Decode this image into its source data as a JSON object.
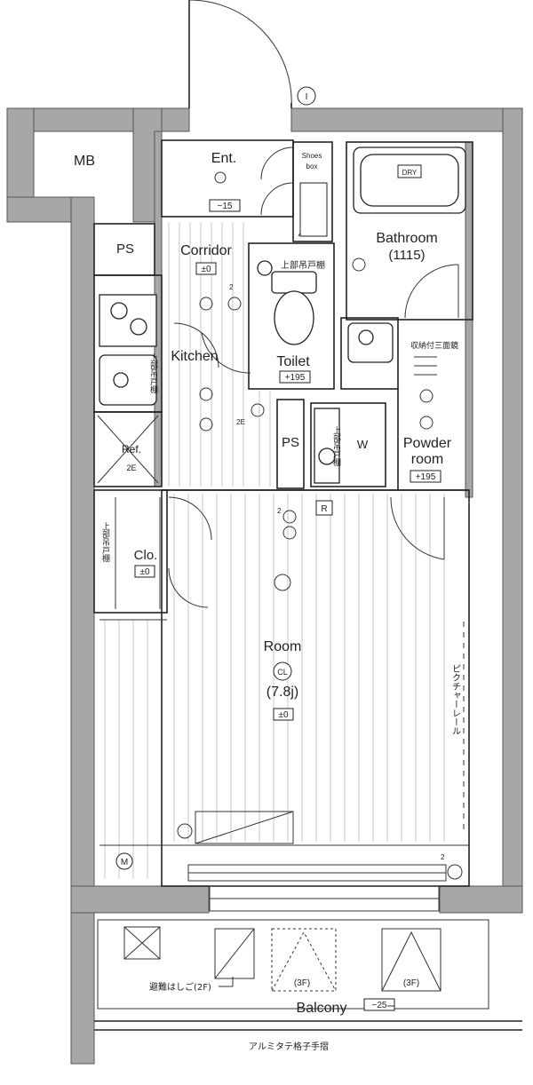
{
  "rooms": {
    "mb": "MB",
    "ps_left": "PS",
    "ps_center": "PS",
    "ent": "Ent.",
    "ent_level": "−15",
    "shoes_box": [
      "Shoes",
      "box"
    ],
    "corridor": "Corridor",
    "corridor_level": "±0",
    "bathroom": "Bathroom",
    "bathroom_size": "(1115)",
    "bathroom_dry": "DRY",
    "toilet": "Toilet",
    "toilet_level": "+195",
    "toilet_cabinet": "上部吊戸棚",
    "kitchen": "Kitchen",
    "kitchen_cabinet": "上部吊戸棚",
    "fridge": "Ref.",
    "fridge_outlet": "2E",
    "washer": "W",
    "washer_cabinet": "上部吊戸棚",
    "powder_room": [
      "Powder",
      "room"
    ],
    "powder_level": "+195",
    "powder_mirror": "収納付三面鏡",
    "closet": "Clo.",
    "closet_level": "±0",
    "closet_shelf": "上部吊戸棚",
    "room": "Room",
    "room_floor": "CL",
    "room_size": "(7.8j)",
    "room_level": "±0",
    "picture_rail": "ピクチャーレール",
    "balcony": "Balcony",
    "balcony_level": "−25",
    "balcony_ladder": "避難はしご(2F)",
    "balcony_3f_a": "(3F)",
    "balcony_3f_b": "(3F)",
    "handrail": "アルミタテ格子手摺",
    "mark_i": "I",
    "mark_r": "R",
    "mark_m": "M",
    "outlet_2": "2",
    "outlet_2e": "2E"
  }
}
